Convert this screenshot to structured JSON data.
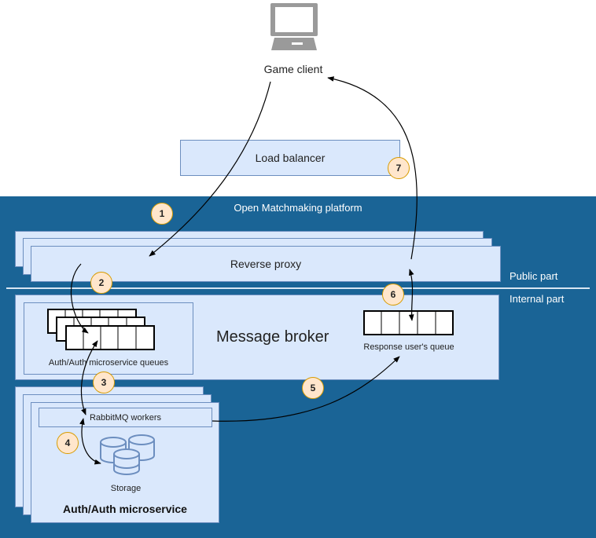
{
  "client": {
    "label": "Game client",
    "icon": "computer-icon"
  },
  "load_balancer": {
    "label": "Load balancer"
  },
  "platform": {
    "title": "Open Matchmaking platform"
  },
  "reverse_proxy": {
    "label": "Reverse proxy"
  },
  "zones": {
    "public": "Public part",
    "internal": "Internal part"
  },
  "broker": {
    "title": "Message broker",
    "auth_queues_label": "Auth/Auth microservice queues",
    "response_queue_label": "Response user's queue"
  },
  "microservice": {
    "workers_label": "RabbitMQ workers",
    "storage_label": "Storage",
    "title": "Auth/Auth microservice"
  },
  "steps": [
    "1",
    "2",
    "3",
    "4",
    "5",
    "6",
    "7"
  ],
  "colors": {
    "platform_bg": "#1a6496",
    "box_fill": "#dae8fc",
    "box_border": "#6c8ebf",
    "badge_fill": "#ffe6cc",
    "badge_border": "#d79b00"
  }
}
